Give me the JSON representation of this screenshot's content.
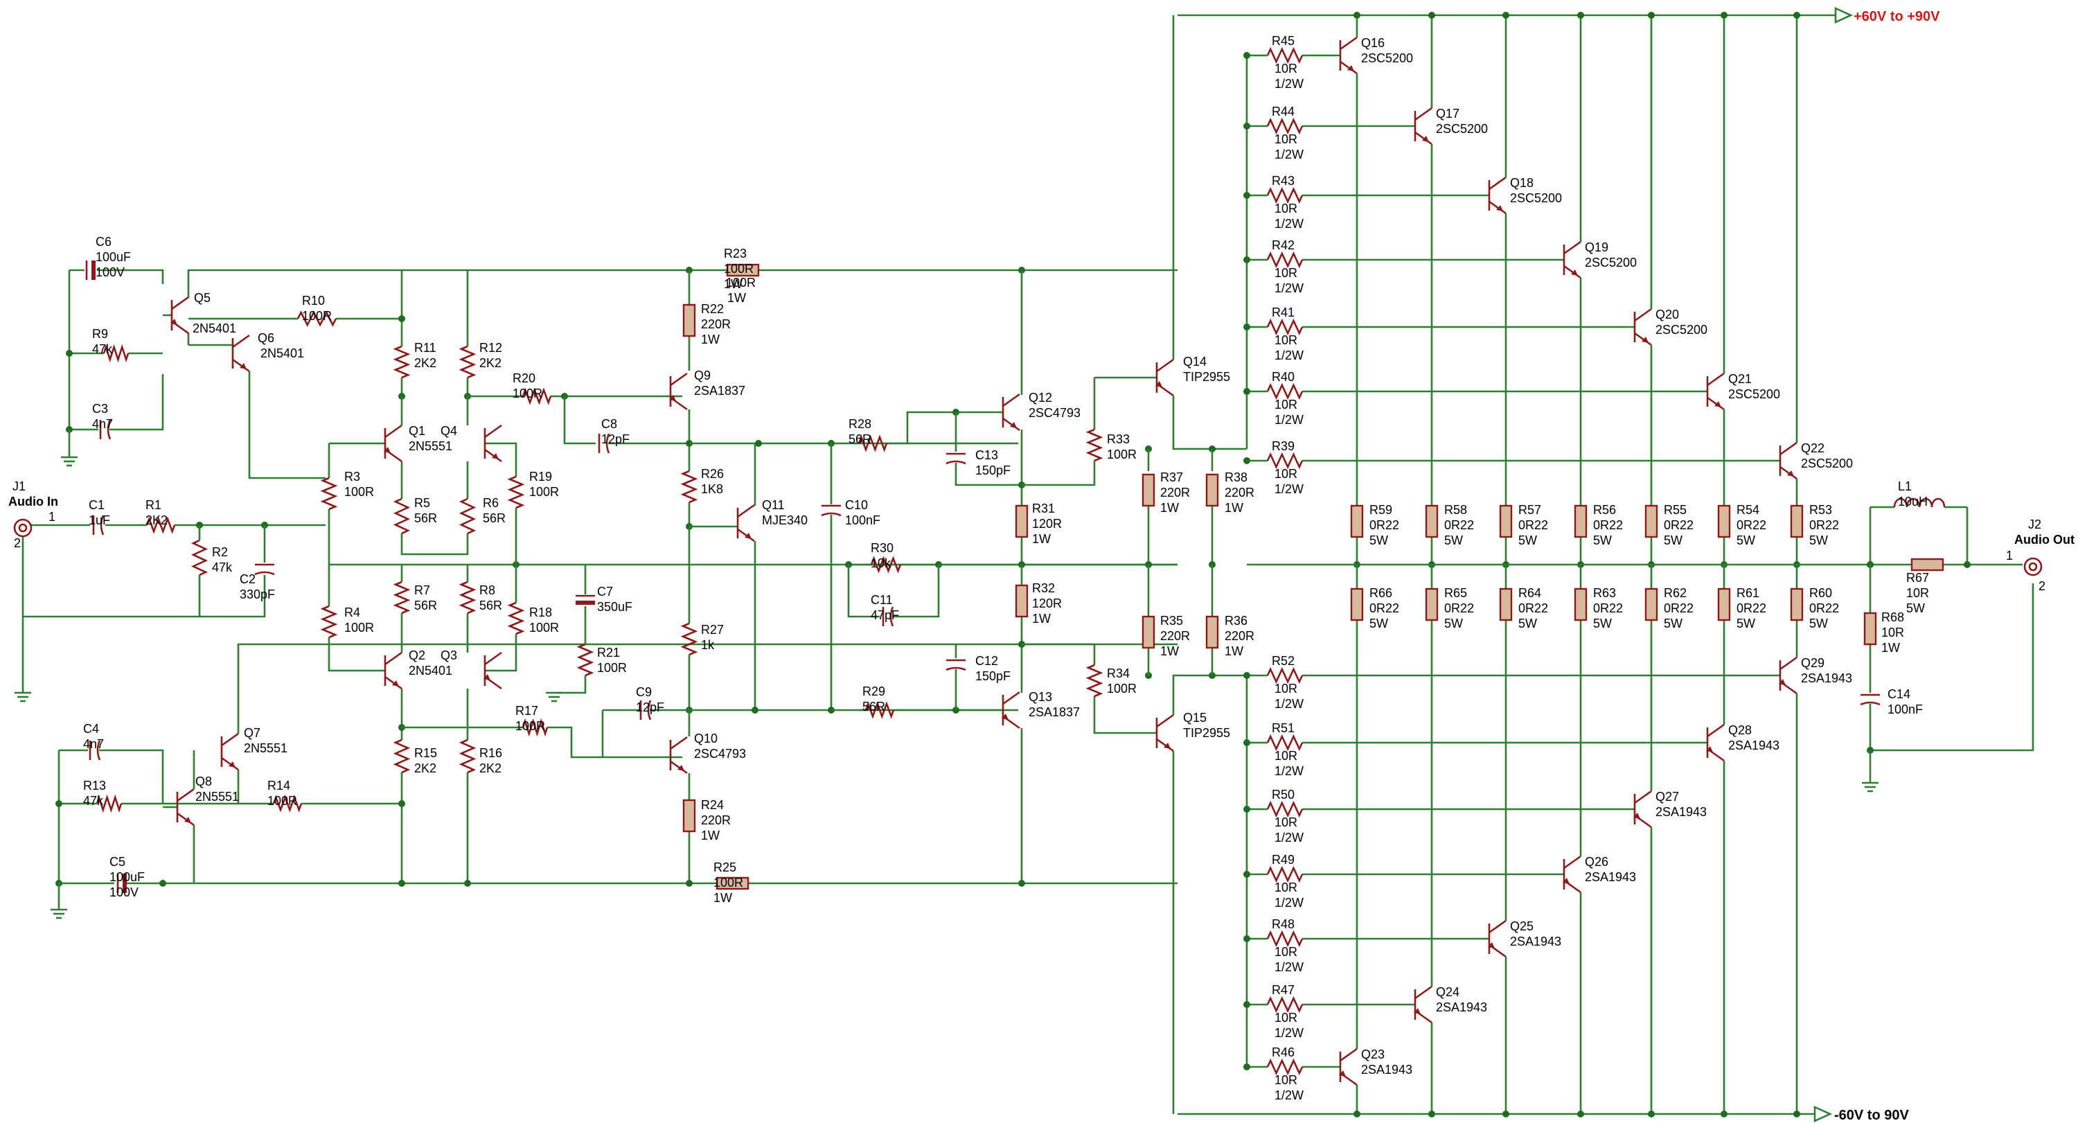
{
  "rails": {
    "positive": "+60V to +90V",
    "negative": "-60V to 90V"
  },
  "connectors": [
    {
      "ref": "J1",
      "label": "Audio In",
      "pin1": "1",
      "pin2": "2"
    },
    {
      "ref": "J2",
      "label": "Audio Out",
      "pin1": "1",
      "pin2": "2"
    }
  ],
  "components": {
    "C1": [
      "C1",
      "1uF"
    ],
    "R1": [
      "R1",
      "2K2"
    ],
    "R2": [
      "R2",
      "47k"
    ],
    "C2": [
      "C2",
      "330pF"
    ],
    "C6": [
      "C6",
      "100uF",
      "100V"
    ],
    "R9": [
      "R9",
      "47k"
    ],
    "C3": [
      "C3",
      "4n7"
    ],
    "Q5": [
      "Q5",
      "2N5401"
    ],
    "Q6": [
      "Q6",
      "2N5401"
    ],
    "R10": [
      "R10",
      "100R"
    ],
    "R11": [
      "R11",
      "2K2"
    ],
    "R12": [
      "R12",
      "2K2"
    ],
    "Q1": [
      "Q1",
      "2N5551"
    ],
    "Q4": [
      "Q4",
      ""
    ],
    "R3": [
      "R3",
      "100R"
    ],
    "R5": [
      "R5",
      "56R"
    ],
    "R6": [
      "R6",
      "56R"
    ],
    "R19": [
      "R19",
      "100R"
    ],
    "R20": [
      "R20",
      "100R"
    ],
    "R7": [
      "R7",
      "56R"
    ],
    "R8": [
      "R8",
      "56R"
    ],
    "R4": [
      "R4",
      "100R"
    ],
    "R18": [
      "R18",
      "100R"
    ],
    "Q2": [
      "Q2",
      "2N5401"
    ],
    "Q3": [
      "Q3",
      ""
    ],
    "R15": [
      "R15",
      "2K2"
    ],
    "R16": [
      "R16",
      "2K2"
    ],
    "R17": [
      "R17",
      "100R"
    ],
    "C4": [
      "C4",
      "4n7"
    ],
    "R13": [
      "R13",
      "47k"
    ],
    "Q7": [
      "Q7",
      "2N5551"
    ],
    "Q8": [
      "Q8",
      "2N5551"
    ],
    "R14": [
      "R14",
      "100R"
    ],
    "C5": [
      "C5",
      "100uF",
      "100V"
    ],
    "C7": [
      "C7",
      "350uF"
    ],
    "R21": [
      "R21",
      "100R"
    ],
    "C8": [
      "C8",
      "12pF"
    ],
    "C9": [
      "C9",
      "12pF"
    ],
    "R23": [
      "R23",
      "100R",
      "1W"
    ],
    "R22": [
      "R22",
      "220R",
      "1W"
    ],
    "Q9": [
      "Q9",
      "2SA1837"
    ],
    "R26": [
      "R26",
      "1K8"
    ],
    "R27": [
      "R27",
      "1k"
    ],
    "Q10": [
      "Q10",
      "2SC4793"
    ],
    "R24": [
      "R24",
      "220R",
      "1W"
    ],
    "R25": [
      "R25",
      "100R",
      "1W"
    ],
    "Q11": [
      "Q11",
      "MJE340"
    ],
    "C10": [
      "C10",
      "100nF"
    ],
    "R28": [
      "R28",
      "56R"
    ],
    "R30": [
      "R30",
      "10k"
    ],
    "C11": [
      "C11",
      "47pF"
    ],
    "R29": [
      "R29",
      "56R"
    ],
    "C13": [
      "C13",
      "150pF"
    ],
    "Q12": [
      "Q12",
      "2SC4793"
    ],
    "R33": [
      "R33",
      "100R"
    ],
    "R31": [
      "R31",
      "120R",
      "1W"
    ],
    "R32": [
      "R32",
      "120R",
      "1W"
    ],
    "C12": [
      "C12",
      "150pF"
    ],
    "Q13": [
      "Q13",
      "2SA1837"
    ],
    "R34": [
      "R34",
      "100R"
    ],
    "Q14": [
      "Q14",
      "TIP2955"
    ],
    "Q15": [
      "Q15",
      "TIP2955"
    ],
    "R37": [
      "R37",
      "220R",
      "1W"
    ],
    "R38": [
      "R38",
      "220R",
      "1W"
    ],
    "R35": [
      "R35",
      "220R",
      "1W"
    ],
    "R36": [
      "R36",
      "220R",
      "1W"
    ],
    "L1": [
      "L1",
      "10uH"
    ],
    "R67": [
      "R67",
      "10R",
      "5W"
    ],
    "R68": [
      "R68",
      "10R",
      "1W"
    ],
    "C14": [
      "C14",
      "100nF"
    ]
  },
  "top_outputs": [
    {
      "q": "Q16",
      "qv": "2SC5200",
      "r": "R45",
      "rv": [
        "10R",
        "1/2W"
      ]
    },
    {
      "q": "Q17",
      "qv": "2SC5200",
      "r": "R44",
      "rv": [
        "10R",
        "1/2W"
      ]
    },
    {
      "q": "Q18",
      "qv": "2SC5200",
      "r": "R43",
      "rv": [
        "10R",
        "1/2W"
      ]
    },
    {
      "q": "Q19",
      "qv": "2SC5200",
      "r": "R42",
      "rv": [
        "10R",
        "1/2W"
      ]
    },
    {
      "q": "Q20",
      "qv": "2SC5200",
      "r": "R41",
      "rv": [
        "10R",
        "1/2W"
      ]
    },
    {
      "q": "Q21",
      "qv": "2SC5200",
      "r": "R40",
      "rv": [
        "10R",
        "1/2W"
      ]
    },
    {
      "q": "Q22",
      "qv": "2SC5200",
      "r": "R39",
      "rv": [
        "10R",
        "1/2W"
      ]
    }
  ],
  "bottom_outputs": [
    {
      "q": "Q23",
      "qv": "2SA1943",
      "r": "R46",
      "rv": [
        "10R",
        "1/2W"
      ]
    },
    {
      "q": "Q24",
      "qv": "2SA1943",
      "r": "R47",
      "rv": [
        "10R",
        "1/2W"
      ]
    },
    {
      "q": "Q25",
      "qv": "2SA1943",
      "r": "R48",
      "rv": [
        "10R",
        "1/2W"
      ]
    },
    {
      "q": "Q26",
      "qv": "2SA1943",
      "r": "R49",
      "rv": [
        "10R",
        "1/2W"
      ]
    },
    {
      "q": "Q27",
      "qv": "2SA1943",
      "r": "R50",
      "rv": [
        "10R",
        "1/2W"
      ]
    },
    {
      "q": "Q28",
      "qv": "2SA1943",
      "r": "R51",
      "rv": [
        "10R",
        "1/2W"
      ]
    },
    {
      "q": "Q29",
      "qv": "2SA1943",
      "r": "R52",
      "rv": [
        "10R",
        "1/2W"
      ]
    }
  ],
  "emitter_top": [
    {
      "r": "R59",
      "v": [
        "0R22",
        "5W"
      ]
    },
    {
      "r": "R58",
      "v": [
        "0R22",
        "5W"
      ]
    },
    {
      "r": "R57",
      "v": [
        "0R22",
        "5W"
      ]
    },
    {
      "r": "R56",
      "v": [
        "0R22",
        "5W"
      ]
    },
    {
      "r": "R55",
      "v": [
        "0R22",
        "5W"
      ]
    },
    {
      "r": "R54",
      "v": [
        "0R22",
        "5W"
      ]
    },
    {
      "r": "R53",
      "v": [
        "0R22",
        "5W"
      ]
    }
  ],
  "emitter_bottom": [
    {
      "r": "R66",
      "v": [
        "0R22",
        "5W"
      ]
    },
    {
      "r": "R65",
      "v": [
        "0R22",
        "5W"
      ]
    },
    {
      "r": "R64",
      "v": [
        "0R22",
        "5W"
      ]
    },
    {
      "r": "R63",
      "v": [
        "0R22",
        "5W"
      ]
    },
    {
      "r": "R62",
      "v": [
        "0R22",
        "5W"
      ]
    },
    {
      "r": "R61",
      "v": [
        "0R22",
        "5W"
      ]
    },
    {
      "r": "R60",
      "v": [
        "0R22",
        "5W"
      ]
    }
  ]
}
